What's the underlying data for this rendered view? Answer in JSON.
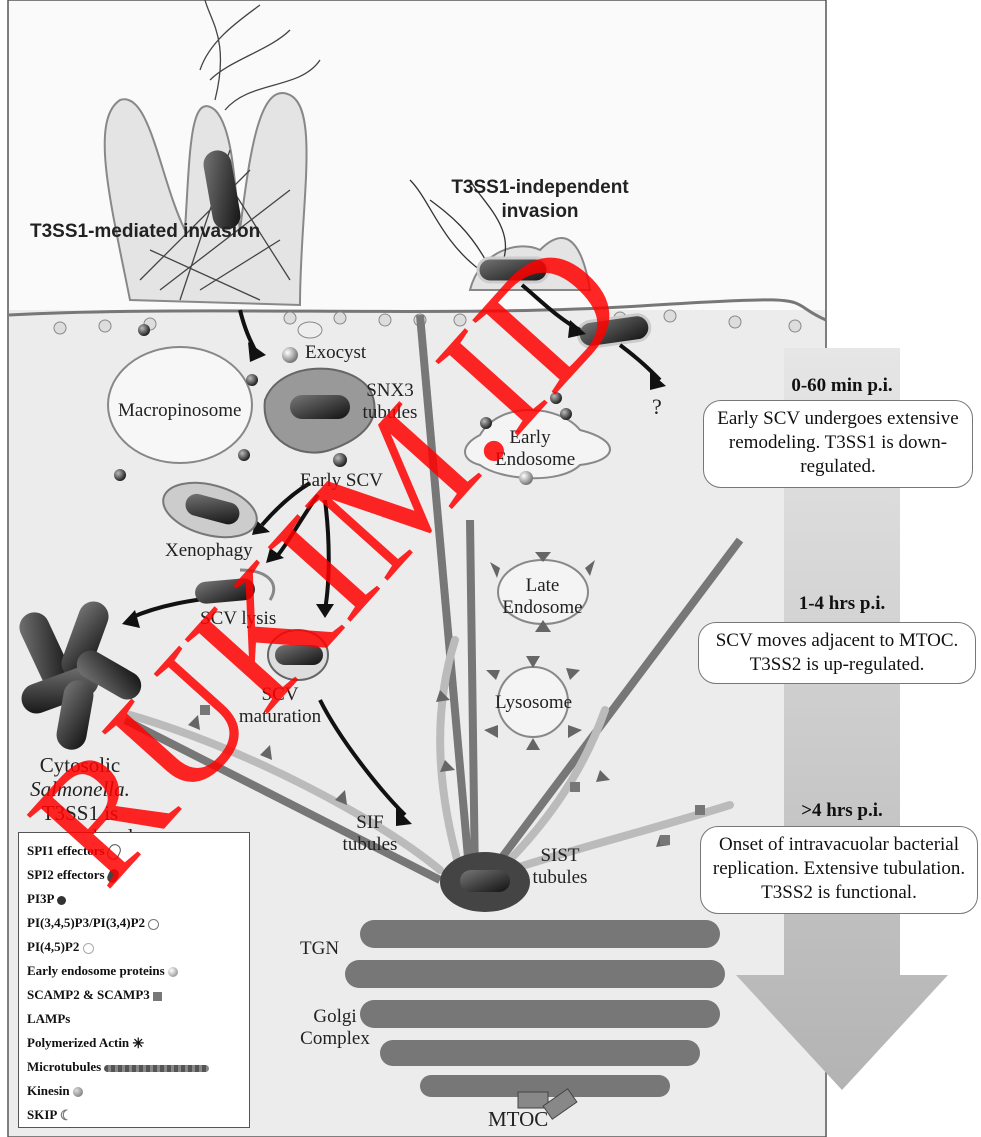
{
  "labels": {
    "t3ss1_mediated": "T3SS1-mediated invasion",
    "t3ss1_independent": "T3SS1-independent invasion",
    "exocyst": "Exocyst",
    "macropinosome": "Macropinosome",
    "snx3_tubules": "SNX3 tubules",
    "early_scv": "Early SCV",
    "early_endosome": "Early Endosome",
    "question": "?",
    "xenophagy": "Xenophagy",
    "scv_lysis": "SCV lysis",
    "scv_maturation": "SCV maturation",
    "late_endosome": "Late Endosome",
    "lysosome": "Lysosome",
    "cytosolic_1": "Cytosolic",
    "cytosolic_2": "Salmonella.",
    "cytosolic_3": "T3SS1 is",
    "cytosolic_4": "up-regulated",
    "sif_tubules": "SIF tubules",
    "sist_tubules": "SIST tubules",
    "tgn": "TGN",
    "golgi": "Golgi Complex",
    "mtoc": "MTOC"
  },
  "timeline": [
    {
      "time": "0-60 min p.i.",
      "text": "Early SCV undergoes extensive remodeling. T3SS1 is down-regulated."
    },
    {
      "time": "1-4 hrs p.i.",
      "text": "SCV moves adjacent to MTOC. T3SS2 is up-regulated."
    },
    {
      "time": ">4 hrs p.i.",
      "text": "Onset of intravacuolar bacterial replication. Extensive tubulation. T3SS2 is functional."
    }
  ],
  "legend": [
    {
      "label": "SPI1 effectors",
      "icon": "spi1-icon"
    },
    {
      "label": "SPI2 effectors",
      "icon": "spi2-icon"
    },
    {
      "label": "PI3P",
      "icon": "pi3p-icon"
    },
    {
      "label": "PI(3,4,5)P3/PI(3,4)P2",
      "icon": "pip3-icon"
    },
    {
      "label": "PI(4,5)P2",
      "icon": "pip2-icon"
    },
    {
      "label": "Early endosome proteins",
      "icon": "sphere-icon"
    },
    {
      "label": "SCAMP2 & SCAMP3",
      "icon": "square-icon"
    },
    {
      "label": "LAMPs",
      "icon": "triangle-icon"
    },
    {
      "label": "Polymerized Actin",
      "icon": "actin-icon"
    },
    {
      "label": "Microtubules",
      "icon": "microtubule-icon"
    },
    {
      "label": "Kinesin",
      "icon": "kinesin-icon"
    },
    {
      "label": "SKIP",
      "icon": "skip-icon"
    }
  ],
  "watermark": "RUKIM.ID",
  "colors": {
    "watermark": "#ff0000",
    "cell": "#f0f0f0",
    "organelle": "#666666"
  }
}
